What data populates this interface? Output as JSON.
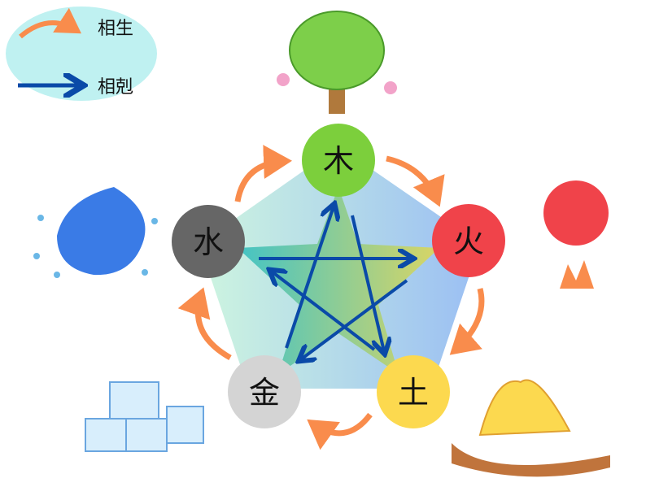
{
  "legend": {
    "generating_label": "相生",
    "overcoming_label": "相剋"
  },
  "elements": {
    "wood": "木",
    "fire": "火",
    "earth": "土",
    "metal": "金",
    "water": "水"
  },
  "colors": {
    "wood": "#7ccf3c",
    "fire": "#f0434a",
    "earth": "#fcd94f",
    "metal": "#d4d4d4",
    "water": "#666666",
    "generating": "#f98c4c",
    "overcoming": "#0a4aa8",
    "legend_bg": "#bff1f1"
  }
}
